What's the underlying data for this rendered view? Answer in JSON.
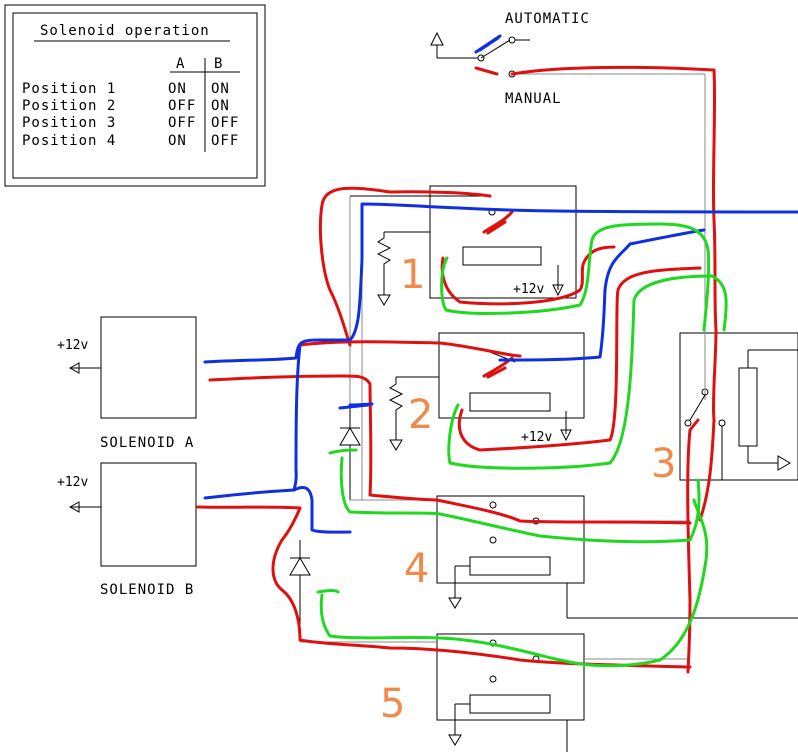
{
  "table": {
    "title": "Solenoid operation",
    "col_a": "A",
    "col_b": "B",
    "rows": [
      {
        "label": "Position 1",
        "a": "ON",
        "b": "ON"
      },
      {
        "label": "Position 2",
        "a": "OFF",
        "b": "ON"
      },
      {
        "label": "Position 3",
        "a": "OFF",
        "b": "OFF"
      },
      {
        "label": "Position 4",
        "a": "ON",
        "b": "OFF"
      }
    ]
  },
  "switch": {
    "automatic": "AUTOMATIC",
    "manual": "MANUAL"
  },
  "solenoids": {
    "a_label": "SOLENOID A",
    "b_label": "SOLENOID B",
    "a_supply": "+12v",
    "b_supply": "+12v"
  },
  "relays": {
    "supply_1": "+12v",
    "supply_2": "+12v"
  },
  "annotations": [
    "1",
    "2",
    "3",
    "4",
    "5"
  ],
  "colors": {
    "red": "#e01010",
    "blue": "#1030e0",
    "green": "#20d820",
    "orange": "#f08a4b"
  }
}
